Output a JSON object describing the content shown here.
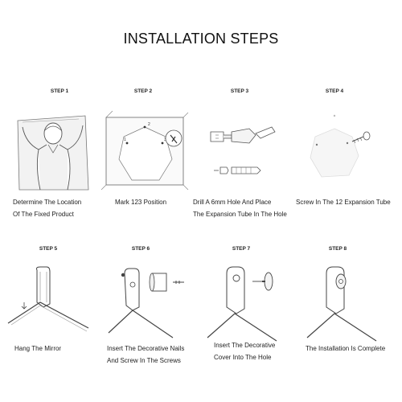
{
  "title": "INSTALLATION STEPS",
  "steps": [
    {
      "label": "STEP 1",
      "lines": [
        "Determine The Location",
        "Of The Fixed Product"
      ],
      "icon": "person-holding-mirror"
    },
    {
      "label": "STEP 2",
      "lines": [
        "Mark 123 Position"
      ],
      "icon": "mirror-with-marks"
    },
    {
      "label": "STEP 3",
      "lines": [
        "Drill A 6mm Hole And Place",
        "The Expansion Tube In The Hole"
      ],
      "icon": "drill-and-anchor"
    },
    {
      "label": "STEP 4",
      "lines": [
        "Screw In The 12 Expansion Tube"
      ],
      "icon": "screw-into-wall"
    },
    {
      "label": "STEP 5",
      "lines": [
        "Hang The Mirror"
      ],
      "icon": "hang-strap"
    },
    {
      "label": "STEP 6",
      "lines": [
        "Insert The Decorative Nails",
        "And Screw In The Screws"
      ],
      "icon": "decorative-nail"
    },
    {
      "label": "STEP 7",
      "lines": [
        "Insert The Decorative",
        "Cover Into The Hole"
      ],
      "icon": "decorative-cover"
    },
    {
      "label": "STEP 8",
      "lines": [
        "The Installation Is Complete"
      ],
      "icon": "installation-complete"
    }
  ]
}
